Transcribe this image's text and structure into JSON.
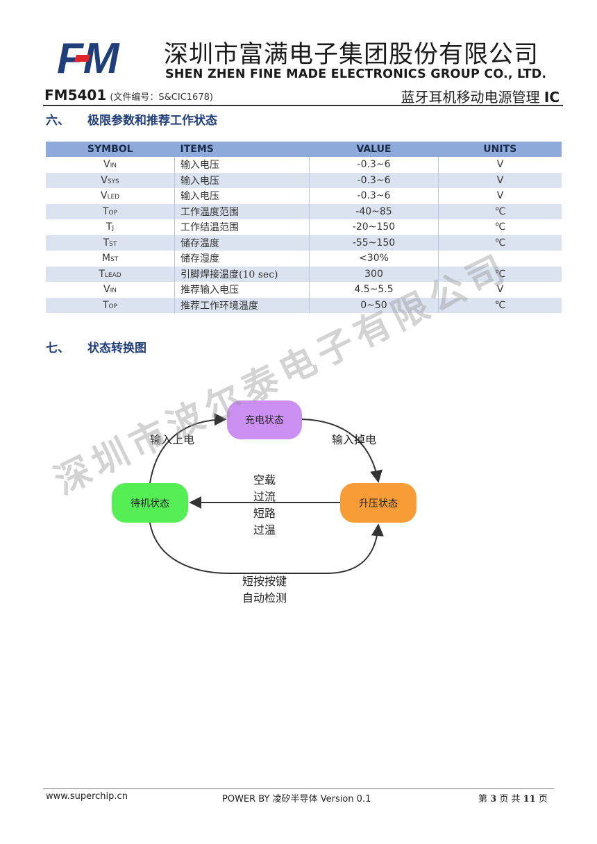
{
  "header": {
    "logo_text": "FM",
    "company_cn": "深圳市富满电子集团股份有限公司",
    "company_en": "SHEN ZHEN FINE MADE ELECTRONICS GROUP CO., LTD.",
    "part_number": "FM5401",
    "doc_number": "(文件编号：S&CIC1678)",
    "product_title_cn": "蓝牙耳机移动电源管理",
    "product_title_ic": "IC",
    "colors": {
      "logo_blue": "#1f3e7a",
      "logo_red": "#e0262b"
    }
  },
  "section6": {
    "number": "六、",
    "title": "极限参数和推荐工作状态"
  },
  "table": {
    "headers": [
      "SYMBOL",
      "ITEMS",
      "VALUE",
      "UNITS"
    ],
    "rows": [
      {
        "sym": "V",
        "sub": "IN",
        "item": "输入电压",
        "value": "-0.3~6",
        "unit": "V"
      },
      {
        "sym": "V",
        "sub": "SYS",
        "item": "输入电压",
        "value": "-0.3~6",
        "unit": "V"
      },
      {
        "sym": "V",
        "sub": "LED",
        "item": "输入电压",
        "value": "-0.3~6",
        "unit": "V"
      },
      {
        "sym": "T",
        "sub": "OP",
        "item": "工作温度范围",
        "value": "-40~85",
        "unit": "℃"
      },
      {
        "sym": "T",
        "sub": "J",
        "item": "工作结温范围",
        "value": "-20~150",
        "unit": "℃"
      },
      {
        "sym": "T",
        "sub": "ST",
        "item": "储存温度",
        "value": "-55~150",
        "unit": "℃"
      },
      {
        "sym": "M",
        "sub": "ST",
        "item": "储存湿度",
        "value": "<30%",
        "unit": ""
      },
      {
        "sym": "T",
        "sub": "LEAD",
        "item": "引脚焊接温度(10 sec)",
        "value": "300",
        "unit": "℃"
      },
      {
        "sym": "V",
        "sub": "IN",
        "item": "推荐输入电压",
        "value": "4.5~5.5",
        "unit": "V"
      },
      {
        "sym": "T",
        "sub": "OP",
        "item": "推荐工作环境温度",
        "value": "0~50",
        "unit": "℃"
      }
    ]
  },
  "section7": {
    "number": "七、",
    "title": "状态转换图"
  },
  "diagram": {
    "nodes": {
      "charge": "充电状态",
      "standby": "待机状态",
      "boost": "升压状态"
    },
    "edges": {
      "standby_to_charge": "输入上电",
      "charge_to_boost": "输入掉电",
      "boost_to_standby": [
        "空载",
        "过流",
        "短路",
        "过温"
      ],
      "standby_to_boost": [
        "短按按键",
        "自动检测"
      ]
    },
    "colors": {
      "charge": "#cc8ff2",
      "standby": "#55ee55",
      "boost": "#f79d38"
    }
  },
  "watermark": "深圳市波尔泰电子有限公司",
  "footer": {
    "website": "www.superchip.cn",
    "power_by": "POWER BY",
    "company": "凌矽半导体",
    "version": "Version 0.1",
    "page_prefix": "第",
    "page_current": "3",
    "page_mid": "页 共",
    "page_total": "11",
    "page_suffix": "页"
  }
}
